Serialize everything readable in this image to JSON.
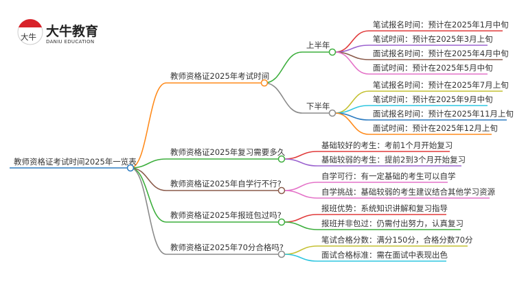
{
  "logo": {
    "name_cn": "大牛教育",
    "name_en": "DANIU EDUCATION",
    "mark": "大牛"
  },
  "root": {
    "label": "教师资格证考试时间2025年一览表",
    "color": "#2a7ac0"
  },
  "branches": [
    {
      "label": "教师资格证2025年考试时间",
      "color": "#ff8a1a",
      "groups": [
        {
          "label": "上半年",
          "color": "#3cae3c",
          "leaves": [
            {
              "label": "笔试报名时间：预计在2025年1月中旬",
              "color": "#e03a3a"
            },
            {
              "label": "笔试时间：预计在2025年3月上旬",
              "color": "#9b62cf"
            },
            {
              "label": "面试报名时间：预计在2025年4月中旬",
              "color": "#8a5a4a"
            },
            {
              "label": "面试时间：预计在2025年5月中旬",
              "color": "#e472c8"
            }
          ]
        },
        {
          "label": "下半年",
          "color": "#8a8a8a",
          "leaves": [
            {
              "label": "笔试报名时间：预计在2025年7月上旬",
              "color": "#c4c030"
            },
            {
              "label": "笔试时间：预计在2025年9月中旬",
              "color": "#2ec6e0"
            },
            {
              "label": "面试报名时间：预计在2025年11月上旬",
              "color": "#2a7ac0"
            },
            {
              "label": "面试时间：预计在2025年12月上旬",
              "color": "#ff8a1a"
            }
          ]
        }
      ]
    },
    {
      "label": "教师资格证2025年复习需要多久",
      "color": "#3cae3c",
      "leaves": [
        {
          "label": "基础较好的考生：考前1个月开始复习",
          "color": "#e03a3a"
        },
        {
          "label": "基础较弱的考生：提前2到3个月开始复习",
          "color": "#9b62cf"
        }
      ]
    },
    {
      "label": "教师资格证2025年自学行不行?",
      "color": "#8a5a4a",
      "leaves": [
        {
          "label": "自学可行：有一定基础的考生可以自学",
          "color": "#e472c8"
        },
        {
          "label": "自学挑战：基础较弱的考生建议结合其他学习资源",
          "color": "#e472c8"
        }
      ]
    },
    {
      "label": "教师资格证2025年报班包过吗?",
      "color": "#3cae3c",
      "leaves": [
        {
          "label": "报班优势：系统知识讲解和复习指导",
          "color": "#e03a3a"
        },
        {
          "label": "报班并非包过：仍需付出努力，认真复习",
          "color": "#3cae3c"
        }
      ]
    },
    {
      "label": "教师资格证2025年70分合格吗?",
      "color": "#8a8a8a",
      "leaves": [
        {
          "label": "笔试合格分数：满分150分，合格分数70分",
          "color": "#c4c030"
        },
        {
          "label": "面试合格标准：需在面试中表现出色",
          "color": "#2ec6e0"
        }
      ]
    }
  ]
}
